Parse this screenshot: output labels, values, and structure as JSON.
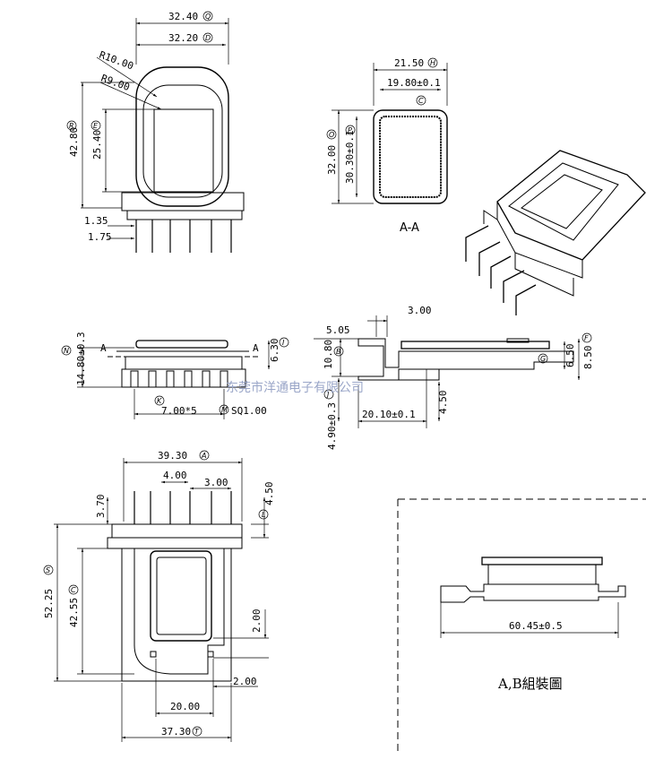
{
  "title": "Bobbin drawing",
  "watermark": "东莞市洋通电子有限公司",
  "section_label": "A-A",
  "assembly_caption": "A,B組裝圖",
  "top_view": {
    "dim_width_outer": "32.40",
    "dim_width_inner": "32.20",
    "radius_outer": "R10.00",
    "radius_inner": "R9.00",
    "dim_height_outer": "42.80",
    "dim_height_inner": "25.40",
    "dim_pin_a": "1.35",
    "dim_pin_b": "1.75",
    "tag_q": "Q",
    "tag_d": "D",
    "tag_r": "R",
    "tag_e": "E"
  },
  "section_view": {
    "dim_width_outer": "21.50",
    "dim_width_inner": "19.80±0.1",
    "dim_height_outer": "32.00",
    "dim_height_inner": "30.30±0.1",
    "tag_h": "H",
    "tag_c": "C",
    "tag_o": "O",
    "tag_p": "P"
  },
  "front_view": {
    "dim_height": "14.80±0.3",
    "dim_top": "6.30",
    "dim_pitch": "7.00*5",
    "dim_pin": "SQ1.00",
    "cut_a": "A",
    "tag_n": "N",
    "tag_i": "I",
    "tag_k": "K",
    "tag_m": "M"
  },
  "side_view": {
    "dim_3_00": "3.00",
    "dim_5_05": "5.05",
    "dim_10_80": "10.80",
    "dim_4_90": "4.90±0.3",
    "dim_20_10": "20.10±0.1",
    "dim_4_50": "4.50",
    "dim_6_50": "6.50",
    "dim_8_50": "8.50",
    "tag_f": "F",
    "tag_g": "G",
    "tag_b": "B",
    "tag_j": "J"
  },
  "bottom_view": {
    "dim_width": "39.30",
    "dim_4_00": "4.00",
    "dim_3_00": "3.00",
    "dim_3_70": "3.70",
    "dim_4_50": "4.50",
    "dim_height_outer": "52.25",
    "dim_height_inner": "42.55",
    "dim_2_00_a": "2.00",
    "dim_2_00_b": "2.00",
    "dim_20_00": "20.00",
    "dim_37_30": "37.30",
    "tag_a": "A",
    "tag_l": "L",
    "tag_s": "S",
    "tag_c": "C",
    "tag_t": "T"
  },
  "assembly": {
    "dim_total": "60.45±0.5"
  }
}
